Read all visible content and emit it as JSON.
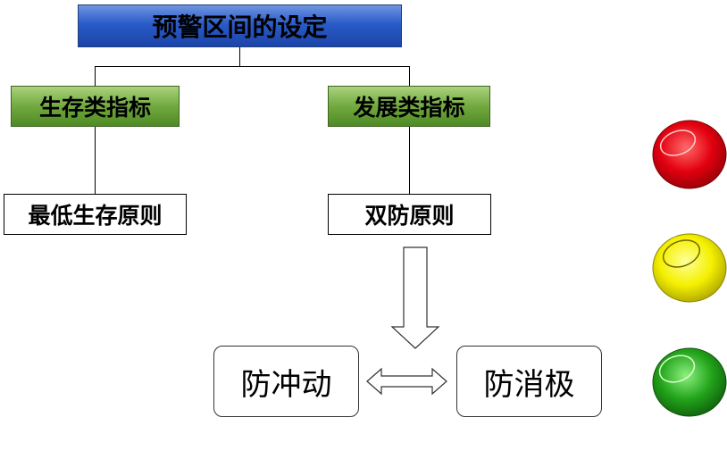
{
  "title": "预警区间的设定",
  "categories": {
    "left": "生存类指标",
    "right": "发展类指标"
  },
  "principles": {
    "left": "最低生存原则",
    "right": "双防原则"
  },
  "outcomes": {
    "left": "防冲动",
    "right": "防消极"
  },
  "colors": {
    "title_fill": "#2a5bc8",
    "category_fill": "#72a93f",
    "light_red": "#e3000f",
    "light_yellow": "#f5f000",
    "light_green": "#22a31a"
  },
  "lights": [
    "red-light",
    "yellow-light",
    "green-light"
  ]
}
